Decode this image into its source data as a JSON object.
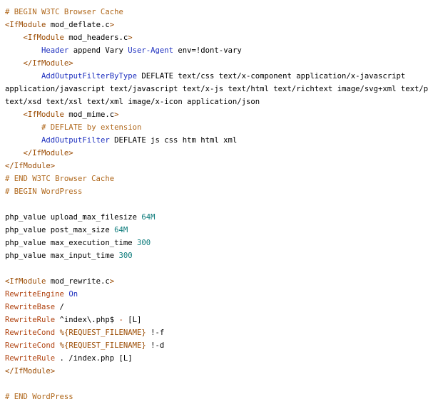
{
  "colors": {
    "comment": "#b0681c",
    "tag": "#9a4a00",
    "directive": "#1d2fbf",
    "number": "#0a7a7a",
    "operator": "#b0420f",
    "text": "#000000",
    "background": "#ffffff"
  },
  "lines": [
    [
      {
        "t": "# BEGIN W3TC Browser Cache",
        "c": "comment"
      }
    ],
    [
      {
        "t": "<IfModule",
        "c": "tag"
      },
      {
        "t": " mod_deflate.c",
        "c": "plain"
      },
      {
        "t": ">",
        "c": "tag"
      }
    ],
    [
      {
        "t": "    ",
        "c": "plain"
      },
      {
        "t": "<IfModule",
        "c": "tag"
      },
      {
        "t": " mod_headers.c",
        "c": "plain"
      },
      {
        "t": ">",
        "c": "tag"
      }
    ],
    [
      {
        "t": "        ",
        "c": "plain"
      },
      {
        "t": "Header",
        "c": "dir"
      },
      {
        "t": " append ",
        "c": "plain"
      },
      {
        "t": "Vary",
        "c": "plain"
      },
      {
        "t": " ",
        "c": "plain"
      },
      {
        "t": "User-Agent",
        "c": "dir"
      },
      {
        "t": " env=!dont-vary",
        "c": "plain"
      }
    ],
    [
      {
        "t": "    ",
        "c": "plain"
      },
      {
        "t": "</IfModule>",
        "c": "tag"
      }
    ],
    [
      {
        "t": "        ",
        "c": "plain"
      },
      {
        "t": "AddOutputFilterByType",
        "c": "dir"
      },
      {
        "t": " DEFLATE text/css text/x-component application/x-javascript",
        "c": "plain"
      }
    ],
    [
      {
        "t": "application/javascript text/javascript text/x-js text/html text/richtext image/svg+xml text/plain",
        "c": "plain"
      }
    ],
    [
      {
        "t": "text/xsd text/xsl text/xml image/x-icon application/json",
        "c": "plain"
      }
    ],
    [
      {
        "t": "    ",
        "c": "plain"
      },
      {
        "t": "<IfModule",
        "c": "tag"
      },
      {
        "t": " mod_mime.c",
        "c": "plain"
      },
      {
        "t": ">",
        "c": "tag"
      }
    ],
    [
      {
        "t": "        ",
        "c": "plain"
      },
      {
        "t": "# DEFLATE by extension",
        "c": "comment"
      }
    ],
    [
      {
        "t": "        ",
        "c": "plain"
      },
      {
        "t": "AddOutputFilter",
        "c": "dir"
      },
      {
        "t": " DEFLATE js css htm html xml",
        "c": "plain"
      }
    ],
    [
      {
        "t": "    ",
        "c": "plain"
      },
      {
        "t": "</IfModule>",
        "c": "tag"
      }
    ],
    [
      {
        "t": "</IfModule>",
        "c": "tag"
      }
    ],
    [
      {
        "t": "# END W3TC Browser Cache",
        "c": "comment"
      }
    ],
    [
      {
        "t": "# BEGIN WordPress",
        "c": "comment"
      }
    ],
    [],
    [
      {
        "t": "php_value upload_max_filesize ",
        "c": "plain"
      },
      {
        "t": "64M",
        "c": "num"
      }
    ],
    [
      {
        "t": "php_value post_max_size ",
        "c": "plain"
      },
      {
        "t": "64M",
        "c": "num"
      }
    ],
    [
      {
        "t": "php_value max_execution_time ",
        "c": "plain"
      },
      {
        "t": "300",
        "c": "num"
      }
    ],
    [
      {
        "t": "php_value max_input_time ",
        "c": "plain"
      },
      {
        "t": "300",
        "c": "num"
      }
    ],
    [],
    [
      {
        "t": "<IfModule",
        "c": "tag"
      },
      {
        "t": " mod_rewrite.c",
        "c": "plain"
      },
      {
        "t": ">",
        "c": "tag"
      }
    ],
    [
      {
        "t": "RewriteEngine",
        "c": "op"
      },
      {
        "t": " ",
        "c": "plain"
      },
      {
        "t": "On",
        "c": "dir"
      }
    ],
    [
      {
        "t": "RewriteBase",
        "c": "op"
      },
      {
        "t": " /",
        "c": "plain"
      }
    ],
    [
      {
        "t": "RewriteRule",
        "c": "op"
      },
      {
        "t": " ^index\\.php$ ",
        "c": "plain"
      },
      {
        "t": "-",
        "c": "op"
      },
      {
        "t": " [L]",
        "c": "plain"
      }
    ],
    [
      {
        "t": "RewriteCond",
        "c": "op"
      },
      {
        "t": " ",
        "c": "plain"
      },
      {
        "t": "%{REQUEST_FILENAME}",
        "c": "tag"
      },
      {
        "t": " !-f",
        "c": "plain"
      }
    ],
    [
      {
        "t": "RewriteCond",
        "c": "op"
      },
      {
        "t": " ",
        "c": "plain"
      },
      {
        "t": "%{REQUEST_FILENAME}",
        "c": "tag"
      },
      {
        "t": " !-d",
        "c": "plain"
      }
    ],
    [
      {
        "t": "RewriteRule",
        "c": "op"
      },
      {
        "t": " . /index.php [L]",
        "c": "plain"
      }
    ],
    [
      {
        "t": "</IfModule>",
        "c": "tag"
      }
    ],
    [],
    [
      {
        "t": "# END WordPress",
        "c": "comment"
      }
    ]
  ]
}
